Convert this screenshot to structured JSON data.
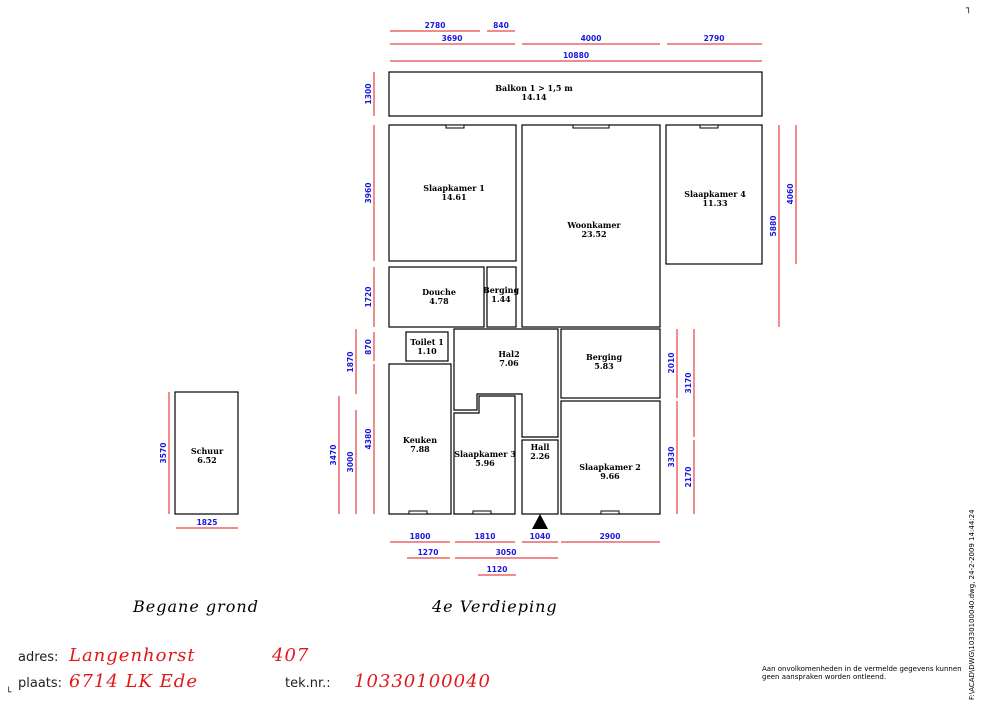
{
  "rooms": {
    "balkon": {
      "name": "Balkon 1 > 1,5 m",
      "area": "14.14"
    },
    "slaapkamer1": {
      "name": "Slaapkamer 1",
      "area": "14.61"
    },
    "woonkamer": {
      "name": "Woonkamer",
      "area": "23.52"
    },
    "slaapkamer4": {
      "name": "Slaapkamer 4",
      "area": "11.33"
    },
    "douche": {
      "name": "Douche",
      "area": "4.78"
    },
    "berging_small": {
      "name": "Berging",
      "area": "1.44"
    },
    "toilet": {
      "name": "Toilet 1",
      "area": "1.10"
    },
    "hal2": {
      "name": "Hal2",
      "area": "7.06"
    },
    "berging": {
      "name": "Berging",
      "area": "5.83"
    },
    "keuken": {
      "name": "Keuken",
      "area": "7.88"
    },
    "slaapkamer3": {
      "name": "Slaapkamer 3",
      "area": "5.96"
    },
    "hall": {
      "name": "Hall",
      "area": "2.26"
    },
    "slaapkamer2": {
      "name": "Slaapkamer 2",
      "area": "9.66"
    },
    "schuur": {
      "name": "Schuur",
      "area": "6.52"
    }
  },
  "dimensions": {
    "top": [
      "2780",
      "840",
      "3690",
      "4000",
      "2790",
      "10880"
    ],
    "bottom": [
      "1800",
      "1810",
      "1040",
      "2900",
      "1270",
      "3050",
      "1120"
    ],
    "left": [
      "1300",
      "3960",
      "1720",
      "870",
      "1870",
      "4380",
      "3000",
      "3470"
    ],
    "right": [
      "5880",
      "4060",
      "2010",
      "3170",
      "3330",
      "2170"
    ],
    "schuur": [
      "3570",
      "1825"
    ]
  },
  "floors": {
    "ground": "Begane grond",
    "fourth": "4e Verdieping"
  },
  "info": {
    "adres_label": "adres:",
    "adres_street": "Langenhorst",
    "adres_number": "407",
    "plaats_label": "plaats:",
    "plaats_value": "6714 LK  Ede",
    "teknr_label": "tek.nr.:",
    "teknr_value": "10330100040"
  },
  "disclaimer": "Aan onvolkomenheden in de vermelde gegevens kunnen geen aanspraken worden ontleend.",
  "filepath": "F:\\ACAD\\DWG\\10330100040.dwg, 24-2-2009 14:44:24",
  "colors": {
    "dimension_line": "#e01818",
    "dimension_text": "#1a1adc",
    "info_value": "#e01818"
  }
}
